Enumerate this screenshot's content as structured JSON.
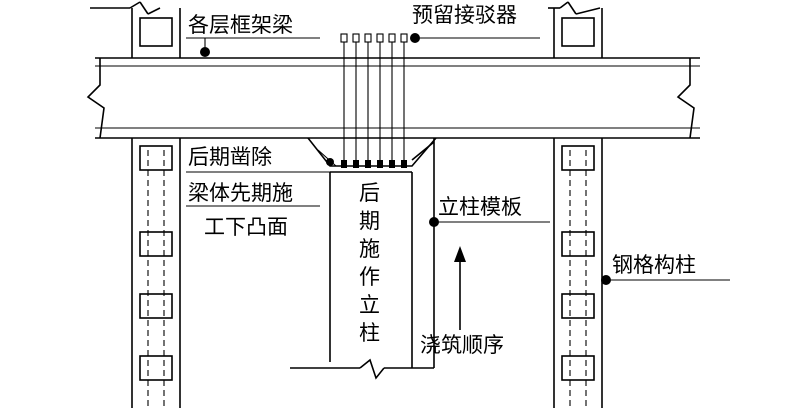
{
  "labels": {
    "frame_beam": "各层框架梁",
    "coupler": "预留接驳器",
    "later_chisel": "后期凿除",
    "beam_convex_line1": "梁体先期施",
    "beam_convex_line2": "工下凸面",
    "later_column": [
      "后",
      "期",
      "施",
      "作",
      "立",
      "柱"
    ],
    "column_formwork": "立柱模板",
    "pour_order": "浇筑顺序",
    "steel_column": "钢格构柱"
  }
}
